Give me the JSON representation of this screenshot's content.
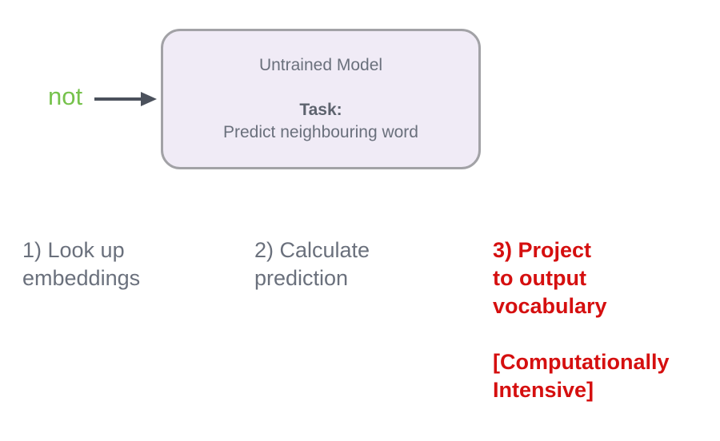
{
  "input": {
    "word": "not"
  },
  "model_box": {
    "title": "Untrained Model",
    "task_label": "Task:",
    "task_description": "Predict neighbouring word"
  },
  "steps": {
    "step1": {
      "line1": "1) Look up",
      "line2": "embeddings"
    },
    "step2": {
      "line1": "2) Calculate",
      "line2": "prediction"
    },
    "step3": {
      "line1": "3) Project",
      "line2": "to output",
      "line3": "vocabulary",
      "note_line1": "[Computationally",
      "note_line2": "Intensive]"
    }
  },
  "colors": {
    "input_word_green": "#76c24c",
    "step_text_gray": "#6a707c",
    "highlight_red": "#d50f0f",
    "box_fill": "#f0ebf6",
    "box_border": "#a2a2a6",
    "arrow": "#4b515c"
  }
}
